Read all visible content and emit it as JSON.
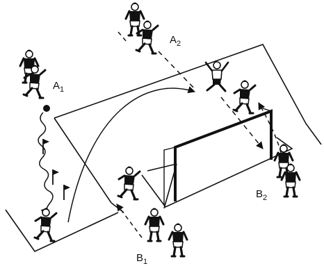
{
  "labels": {
    "a1": {
      "main": "A",
      "sub": "1"
    },
    "a2": {
      "main": "A",
      "sub": "2"
    },
    "b1": {
      "main": "B",
      "sub": "1"
    },
    "b2": {
      "main": "B",
      "sub": "2"
    }
  },
  "colors": {
    "ink": "#111111",
    "paper": "#ffffff"
  }
}
